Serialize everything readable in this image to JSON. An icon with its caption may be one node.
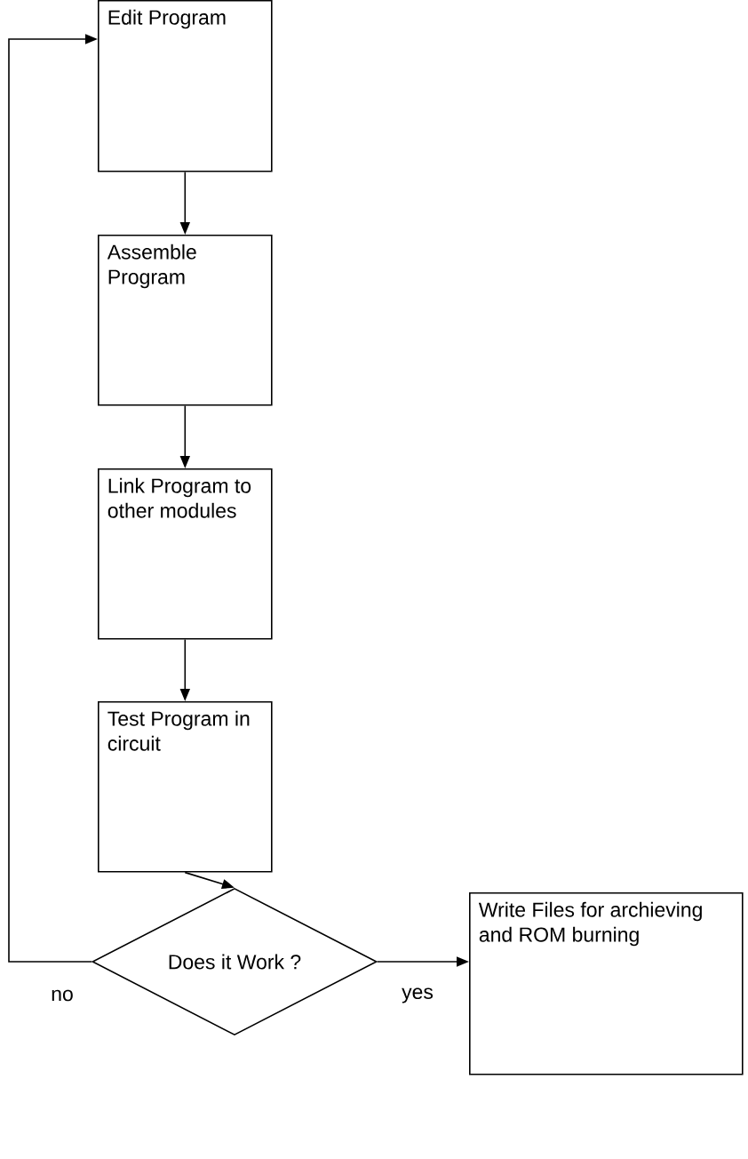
{
  "diagram": {
    "nodes": [
      {
        "text": [
          "Edit Program"
        ]
      },
      {
        "text": [
          "Assemble Program"
        ]
      },
      {
        "text": [
          "Link Program to other modules"
        ]
      },
      {
        "text": [
          "Test Program in circuit"
        ]
      },
      {
        "text": [
          "Does it Work ?"
        ]
      },
      {
        "text": [
          "Write Files for archieving and ROM burning"
        ]
      }
    ],
    "edges": [
      {
        "from": 0,
        "to": 1,
        "arrow": "to"
      },
      {
        "from": 1,
        "to": 2,
        "arrow": "to"
      },
      {
        "from": 2,
        "to": 3,
        "arrow": "to"
      },
      {
        "from": 3,
        "to": 4,
        "arrow": "to"
      },
      {
        "from": 4,
        "to": 0,
        "arrow": "to",
        "label": "no"
      },
      {
        "from": 4,
        "to": 5,
        "arrow": "to",
        "label": "yes"
      }
    ]
  }
}
